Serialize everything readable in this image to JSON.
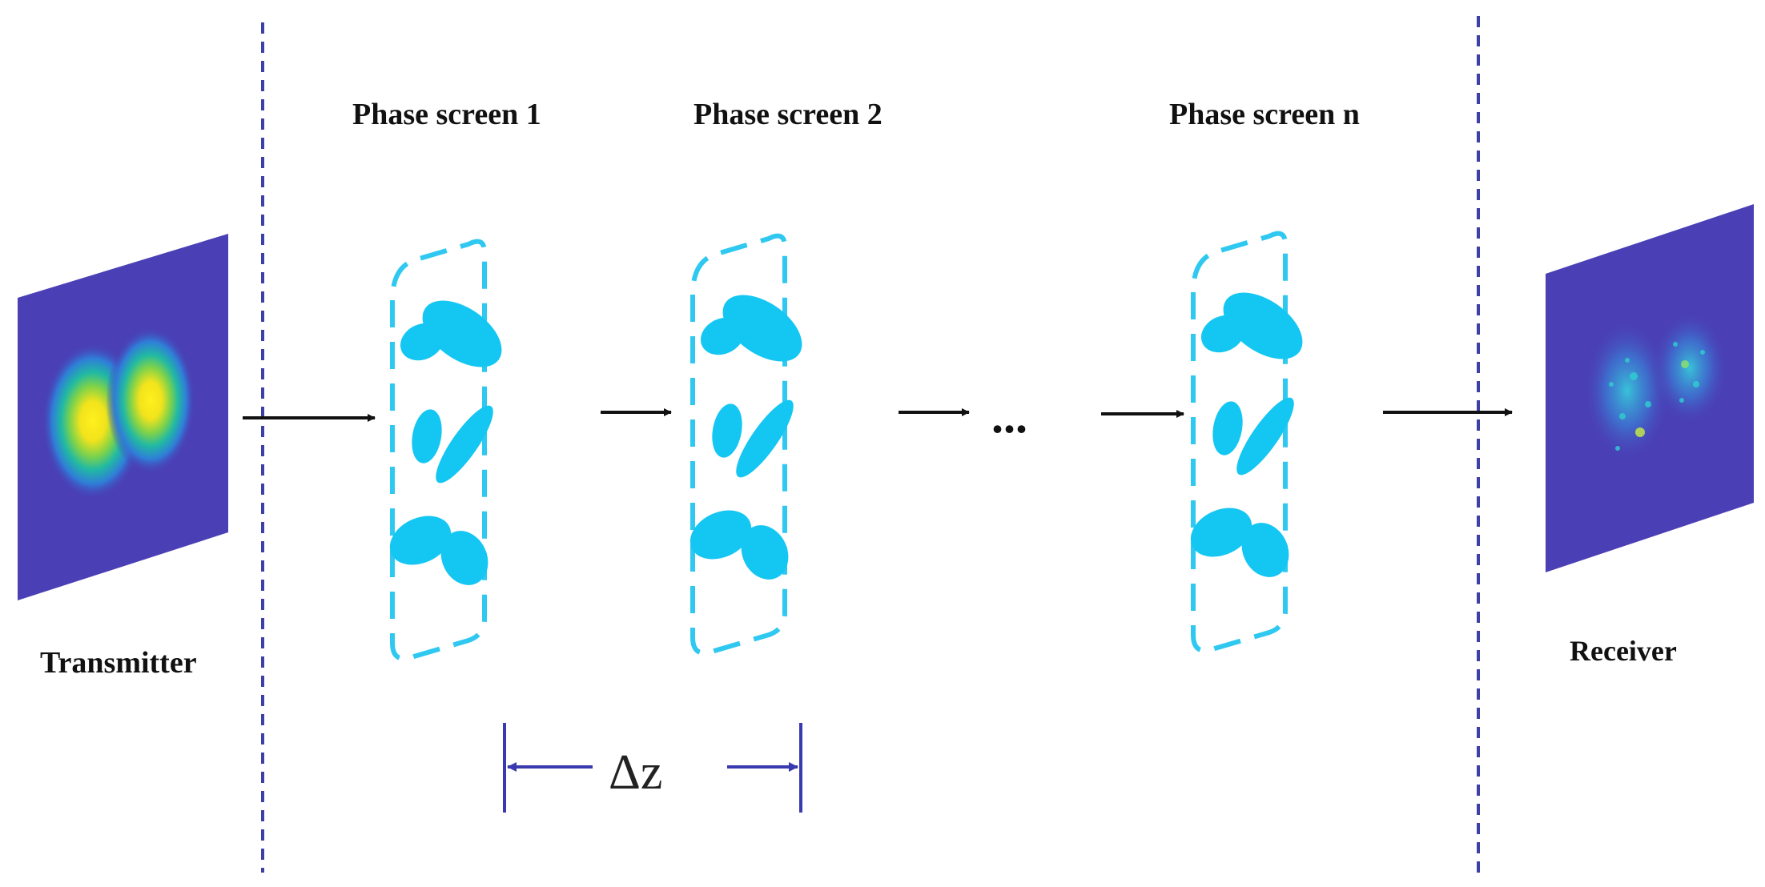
{
  "labels": {
    "transmitter": "Transmitter",
    "receiver": "Receiver",
    "screen1": "Phase screen 1",
    "screen2": "Phase screen 2",
    "screen_n": "Phase screen n",
    "ellipsis": "...",
    "spacing": "Δz"
  },
  "colors": {
    "panel_background": "#4a3fb5",
    "beam_peak": "#ffe22a",
    "screen_blob": "#14c6f2",
    "screen_outline": "#2ec8f0",
    "boundary_line": "#3f3fa8",
    "arrow": "#111111",
    "spacing_marker": "#3a3ab0"
  },
  "icons": {
    "transmitter": "laguerre-gaussian-beam-intensity-panel",
    "receiver": "speckled-beam-intensity-panel",
    "screen": "phase-screen-icon"
  }
}
